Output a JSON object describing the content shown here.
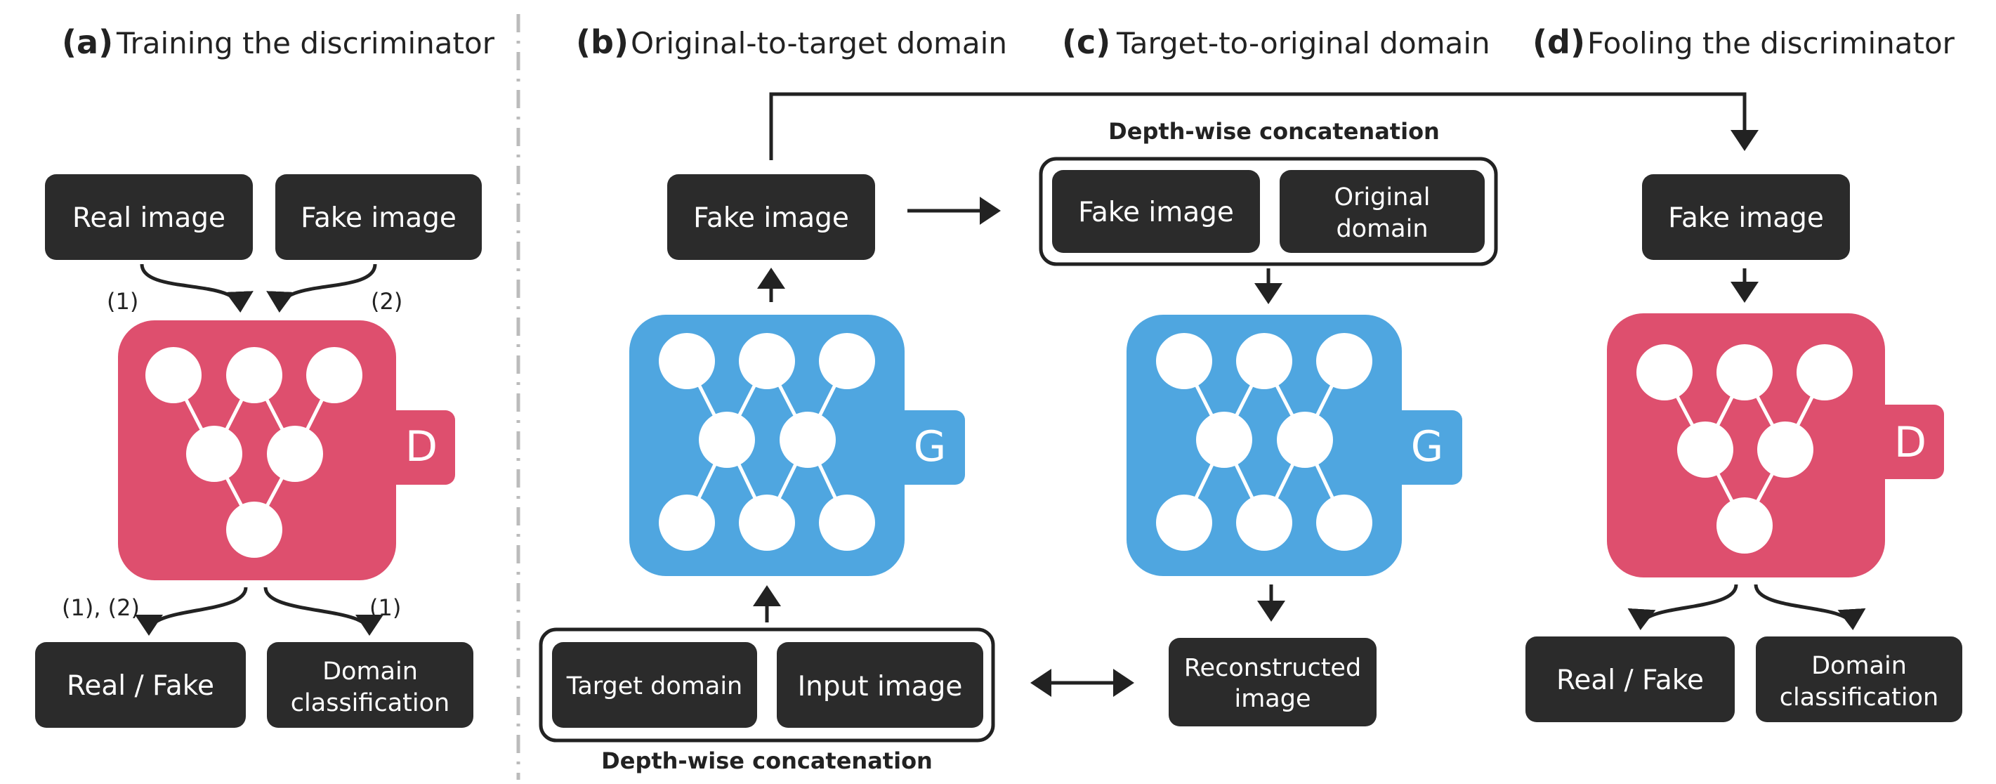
{
  "colors": {
    "box": "#2b2b2b",
    "discriminator": "#de4f6e",
    "generator": "#4fa6e0",
    "arrow": "#222222",
    "divider": "#bbbbbb"
  },
  "panel_a": {
    "tag": "(a)",
    "title": "Training the discriminator",
    "real_image": "Real image",
    "fake_image": "Fake image",
    "label_1": "(1)",
    "label_2": "(2)",
    "net": "D",
    "label_12": "(1), (2)",
    "label_1b": "(1)",
    "out_real_fake": "Real / Fake",
    "out_domain_1": "Domain",
    "out_domain_2": "classification"
  },
  "panel_b": {
    "tag": "(b)",
    "title": "Original-to-target domain",
    "fake_image": "Fake image",
    "net": "G",
    "target_domain": "Target domain",
    "input_image": "Input image",
    "concat_label": "Depth-wise concatenation"
  },
  "panel_c": {
    "tag": "(c)",
    "title": "Target-to-original domain",
    "concat_label": "Depth-wise concatenation",
    "fake_image": "Fake image",
    "original_domain_1": "Original",
    "original_domain_2": "domain",
    "net": "G",
    "reconstructed_1": "Reconstructed",
    "reconstructed_2": "image"
  },
  "panel_d": {
    "tag": "(d)",
    "title": "Fooling the discriminator",
    "fake_image": "Fake image",
    "net": "D",
    "out_real_fake": "Real / Fake",
    "out_domain_1": "Domain",
    "out_domain_2": "classification"
  }
}
